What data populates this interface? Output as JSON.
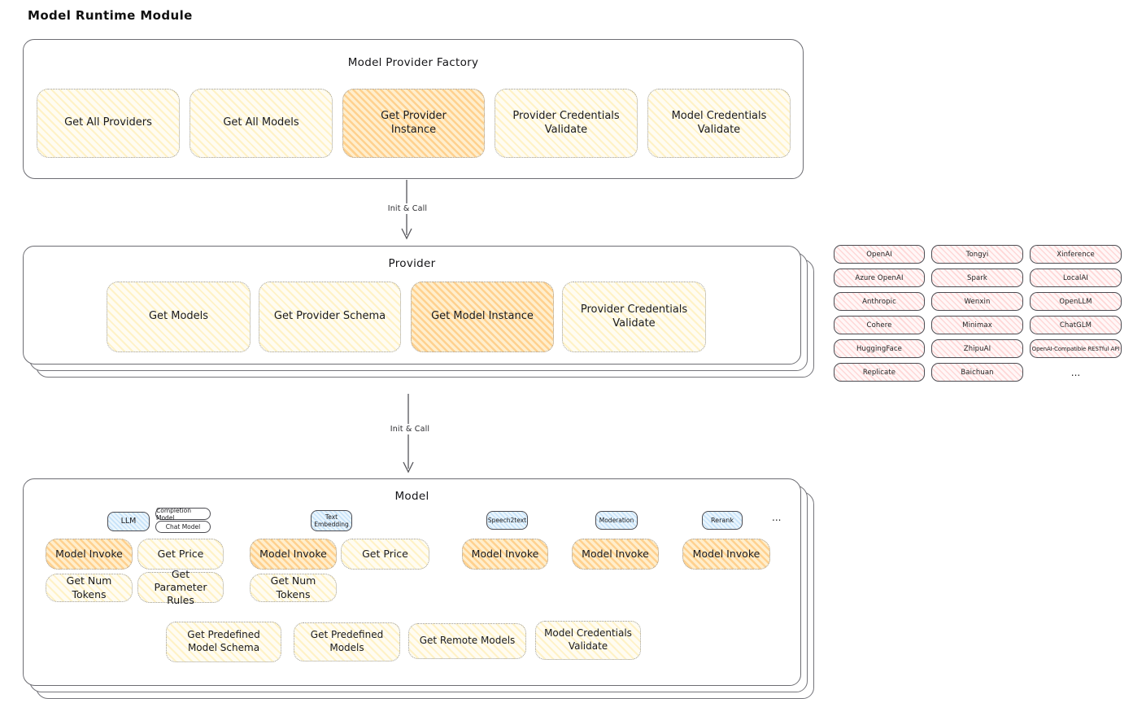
{
  "page": {
    "title": "Model Runtime Module"
  },
  "colors": {
    "yellow_fill": "#ffec99",
    "orange_highlight_fill": "#ffc078",
    "pink_fill": "#ffc9c9",
    "blue_fill": "#a5d8ff",
    "stroke": "#1e1e1e"
  },
  "arrow1": {
    "label": "Init & Call"
  },
  "arrow2": {
    "label": "Init & Call"
  },
  "factory": {
    "title": "Model Provider Factory",
    "boxes": [
      {
        "label": "Get All Providers"
      },
      {
        "label": "Get All Models"
      },
      {
        "label": "Get Provider Instance",
        "highlighted": true
      },
      {
        "label": "Provider Credentials Validate"
      },
      {
        "label": "Model Credentials Validate"
      }
    ]
  },
  "provider": {
    "title": "Provider",
    "boxes": [
      {
        "label": "Get Models"
      },
      {
        "label": "Get Provider Schema"
      },
      {
        "label": "Get Model Instance",
        "highlighted": true
      },
      {
        "label": "Provider Credentials Validate"
      }
    ]
  },
  "providers_grid": {
    "items": [
      "OpenAI",
      "Tongyi",
      "Xinference",
      "Azure OpenAI",
      "Spark",
      "LocalAI",
      "Anthropic",
      "Wenxin",
      "OpenLLM",
      "Cohere",
      "Minimax",
      "ChatGLM",
      "HuggingFace",
      "ZhipuAI",
      "OpenAI-Compatible RESTful API",
      "Replicate",
      "Baichuan",
      "..."
    ]
  },
  "model": {
    "title": "Model",
    "tags": {
      "llm": "LLM",
      "completion_model": "Completion Model",
      "chat_model": "Chat Model",
      "text_embedding": "Text Embedding",
      "speech2text": "Speech2text",
      "moderation": "Moderation",
      "rerank": "Rerank",
      "ellipsis": "..."
    },
    "llm_boxes": {
      "model_invoke": "Model Invoke",
      "get_price": "Get Price",
      "get_num_tokens": "Get Num Tokens",
      "get_parameter_rules": "Get Parameter Rules"
    },
    "text_embedding_boxes": {
      "model_invoke": "Model Invoke",
      "get_price": "Get Price",
      "get_num_tokens": "Get Num Tokens"
    },
    "speech2text_boxes": {
      "model_invoke": "Model Invoke"
    },
    "moderation_boxes": {
      "model_invoke": "Model Invoke"
    },
    "rerank_boxes": {
      "model_invoke": "Model Invoke"
    },
    "bottom_boxes": [
      {
        "label": "Get Predefined Model Schema"
      },
      {
        "label": "Get Predefined Models"
      },
      {
        "label": "Get Remote Models"
      },
      {
        "label": "Model Credentials Validate"
      }
    ]
  }
}
